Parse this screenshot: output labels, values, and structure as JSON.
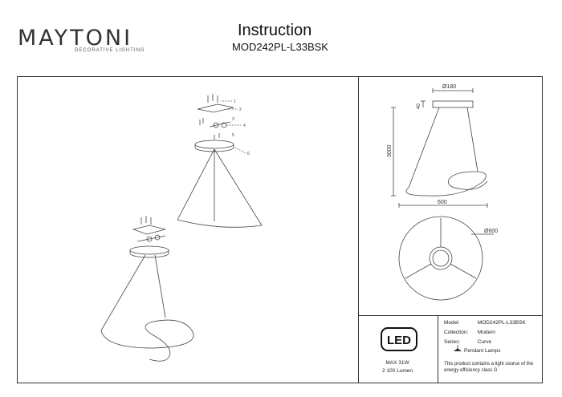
{
  "brand": {
    "name": "MAYTONI",
    "tagline": "DECORATIVE LIGHTING"
  },
  "header": {
    "title": "Instruction",
    "model": "MOD242PL-L33BSK"
  },
  "dimensions": {
    "canopy_diameter": "Ø180",
    "canopy_height": "40",
    "height": "3000",
    "width": "600",
    "ring_diameter": "Ø600"
  },
  "exploded_labels": [
    "1",
    "2",
    "3",
    "4",
    "5",
    "6"
  ],
  "specs": {
    "model_label": "Model:",
    "model_value": "MOD242PL-L33BSK",
    "collection_label": "Collection:",
    "collection_value": "Modern",
    "series_label": "Series:",
    "series_value": "Curve",
    "type_value": "Pendant Lamps",
    "energy_note_1": "This product contains a light source of the",
    "energy_note_2": "energy efficiency class G"
  },
  "led": {
    "label": "LED",
    "power": "MAX 31W",
    "lumen": "2 100 Lumen"
  },
  "icons": [
    "pendant-lamp-icon",
    "led-badge-icon"
  ]
}
